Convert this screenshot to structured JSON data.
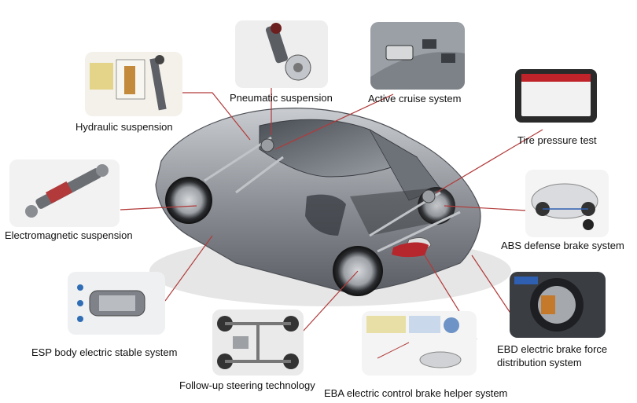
{
  "diagram": {
    "colors": {
      "leader_line": "#b23a3a",
      "label_text": "#111111",
      "thumb_border": "#c8c8c8",
      "car_body": "#8e9298"
    },
    "labels": {
      "hydraulic": "Hydraulic suspension",
      "pneumatic": "Pneumatic suspension",
      "cruise": "Active cruise system",
      "tire": "Tire pressure test",
      "electromagnetic": "Electromagnetic suspension",
      "abs": "ABS defense brake system",
      "esp": "ESP body electric stable system",
      "ebd_line1": "EBD electric brake force",
      "ebd_line2": "distribution system",
      "steering": "Follow-up steering technology",
      "eba": "EBA electric control brake helper system"
    }
  }
}
